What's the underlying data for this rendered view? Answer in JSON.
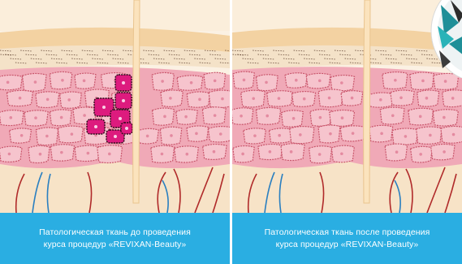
{
  "colors": {
    "caption_bg": "#2aaee2",
    "caption_text": "#ffffff",
    "cell_fill": "#f6c4cd",
    "cell_border": "#c9566c",
    "pathology_fill": "#dd1b7e",
    "skin_top": "#f3d2a2",
    "dermis": "#f7e3c7",
    "vessel_red": "#b02a2a",
    "vessel_blue": "#2a7fc0"
  },
  "panels": [
    {
      "caption": {
        "line1": "Патологическая ткань до проведения",
        "line2": "курса процедур «REVIXAN-Beauty»"
      }
    },
    {
      "caption": {
        "line1": "Патологическая ткань после проведения",
        "line2": "курса процедур «REVIXAN-Beauty»"
      }
    }
  ]
}
